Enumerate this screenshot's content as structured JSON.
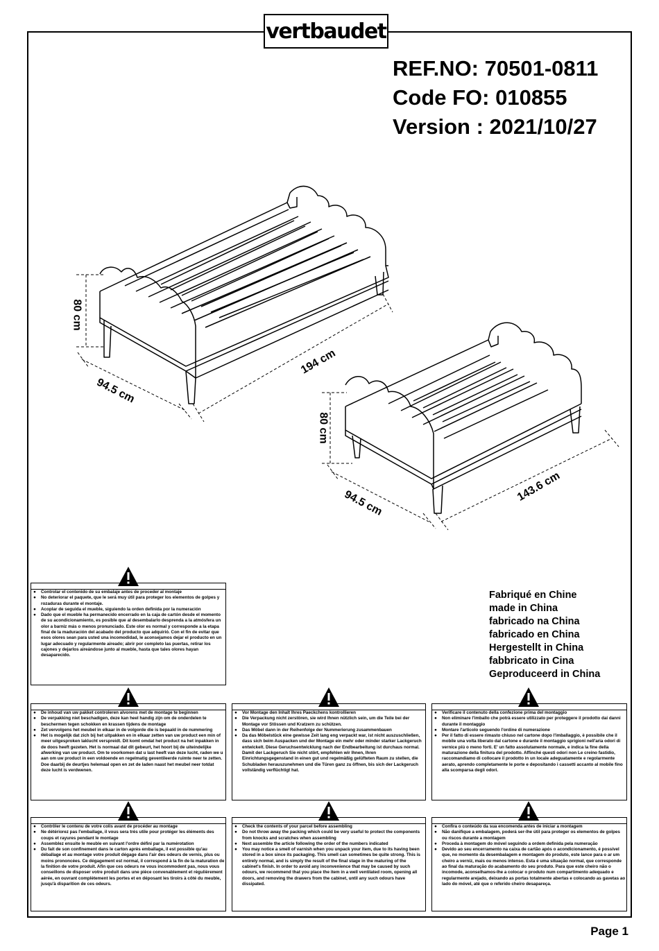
{
  "brand": "vertbaudet",
  "ref_lines": [
    "REF.NO: 70501-0811",
    "Code FO: 010855",
    "Version : 2021/10/27"
  ],
  "dimensions": {
    "bed1_height": "80 cm",
    "bed1_width": "94.5 cm",
    "bed1_length": "194 cm",
    "bed2_height": "80 cm",
    "bed2_width": "94.5 cm",
    "bed2_length": "143.6 cm"
  },
  "made_in": [
    "Fabriqué en Chine",
    "made in China",
    "fabricado na China",
    "fabricado en China",
    "Hergestellt in China",
    "fabbricato in Cina",
    "Geproduceerd in China"
  ],
  "warnings": {
    "es": [
      "Controlar el contenido de su embalaje antes de proceder al montaje",
      "No deteriorar el paquete, que le será muy útil para proteger los elementos de golpes y rozaduras durante el montaje.",
      "Acoplar de seguida el mueble, siguiendo la orden definida por la numeración",
      "Dado que el mueble ha permanecido encerrado en la caja de cartón desde el momento de su acondicionamiento, es posible que al desembalarlo desprenda a la atmósfera un olor a barniz más o menos pronunciado. Este olor es normal y corresponde a la etapa final de la maduración del acabado del producto que adquirió. Con el fin de evitar que esos olores sean para usted una incomodidad, le aconsejamos dejar el producto en un lugar adecuado y regularmente aireado; abrir por completo las puertas, retirar los cajones y dejarlos aireándose junto al mueble, hasta que tales olores hayan desaparecido."
    ],
    "nl": [
      "De inhoud van uw pakket controleren alvorens met de montage te beginnen",
      "De verpakking niet beschadigen, deze kan heel handig zijn om de onderdelen te beschermen tegen schokken en krassen tijdens de montage",
      "Zet vervolgens het meubel in elkaar in de volgorde die is bepaald in de nummering",
      "Het is mogelijk dat zich bij het uitpakken en in elkaar zetten van uw product een min of meer uitgesproken laklucht verspreidt. Dit komt omdat het product na het inpakken in de doos heeft gezeten. Het is normaal dat dit gebeurt, het hoort bij de uiteindelijke afwerking van uw product. Om te voorkomen dat u last heeft van deze lucht, raden we u aan om uw product in een voldoende en regelmatig geventileerde ruimte neer te zetten. Doe daarbij de deurtjes helemaal open en zet de laden naast het meubel neer totdat deze lucht is verdwenen."
    ],
    "de": [
      "Vor Montage den Inhalt Ihres Paeckchens kontrollieren",
      "Die Verpackung nicht zerstören, sie wird Ihnen nützlich sein, um die Teile bei der Montage vor Stössen und Kratzern zu schützen.",
      "Das Möbel dann in der Reihenfolge der Nummerierung zusammenbauen",
      "Da das Möbelstück eine gewisse Zeit lang eng verpackt war, ist nicht auszuschließen, dass sich beim Auspacken und der Montage ein mehr oder minder starker Lackgeruch entwickelt. Diese Geruchsentwicklung nach der Endbearbeitung ist durchaus normal. Damit der Lackgeruch Sie nicht stört, empfehlen wir Ihnen, Ihren Einrichtungsgegenstand in einen gut und regelmäßig gelüfteten Raum zu stellen, die Schubladen herauszunehmen und die Türen ganz zu öffnen, bis sich der Lackgeruch vollständig verflüchtigt hat."
    ],
    "it": [
      "Verificare il contenuto della confezione prima del montaggio",
      "Non eliminare l'imballo che potrà essere utilizzato per proteggere il prodotto dai danni durante il montaggio",
      "Montare l'articolo seguendo l'ordine di numerazione",
      "Per il fatto di essere rimasto chiuso nel cartone dopo l'imballaggio, è possibile che il mobile una volta liberato dal cartone e durante il montaggio sprigioni nell'aria odori di vernice più o meno forti. E' un fatto assolutamente normale, e indica la fine della maturazione della finitura del prodotto. Affinché questi odori non Le creino fastidio, raccomandiamo di collocare il prodotto in un locale adeguatamente e regolarmente aerato, aprendo completamente le porte e depositando i cassetti accanto al mobile fino alla scomparsa degli odori."
    ],
    "fr": [
      "Contrôler le contenu de votre colis avant de procéder au montage",
      "Ne détériorez pas l'emballage, il vous sera très utile pour protéger les éléments des coups et rayures     pendant le montage",
      "Assemblez ensuite le meuble en suivant l'ordre défini par la numérotation",
      "Du fait de son confinement dans le carton après emballage, il est possible qu'au déballage et au montage votre produit dégage dans l'air des odeurs de vernis, plus ou moins prononcées. Ce dégagement est normal, il correspond à la fin de la maturation de la finition de votre produit. Afin que ces odeurs ne vous incommodent pas, nous vous conseillons de disposer votre produit dans une pièce convenablement et régulièrement aérée, en ouvrant complètement les portes et en déposant les tiroirs à côté du meuble, jusqu'à disparition de ces odeurs."
    ],
    "en": [
      "Check the contents of your parcel before assembling",
      "Do not throw away the packing which could be very useful to protect the components from knocks and scratches when assembling",
      "Next assemble the article following the order of the numbers indicated",
      "You may notice a smell of varnish when you unpack your item, due to its having been stored in a box since its packaging. This smell can sometimes be quite strong. This is entirely normal, and is simply the result of the final stage in the maturing of the cabinet's finish. In order to avoid any inconvenience that may be caused by such odours, we recommend that you place the item in a well ventilated room, opening all doors, and removing the drawers from the cabinet, until any such odours have dissipated."
    ],
    "pt": [
      "Confira o conteúdo da sua encomenda antes de iniciar a montagem",
      "Não danifique a embalagem, poderá ser-lhe útil para proteger os elementos de golpes ou riscos durante a montagem",
      "Proceda à montagem do móvel seguindo a ordem definida pela numeração",
      "Devido ao seu encerramento na caixa de cartão após o acondicionamento, é possível que, no momento da desembalagem e montagem do produto, este lance para o ar um cheiro a verniz, mais ou menos intenso. Esta é uma situação normal, que corresponde ao final da maturação do acabamento do seu produto. Para que este cheiro não o incomode, aconselhamos-lhe a colocar o produto num compartimento adequado e regularmente arejado, deixando as portas totalmente abertas e colocando as gavetas ao lado do móvel, até que o referido cheiro desapareça."
    ]
  },
  "page_label": "Page 1"
}
